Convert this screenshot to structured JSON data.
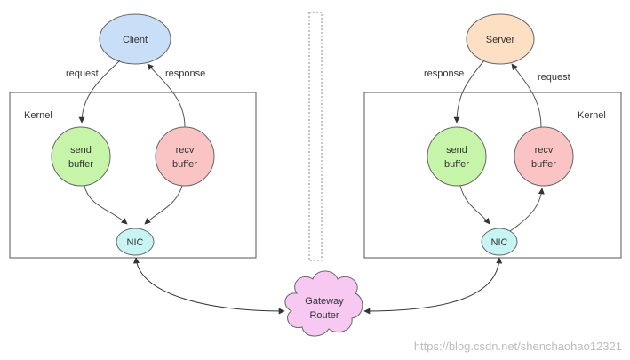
{
  "colors": {
    "client": "#c9def7",
    "server": "#fde0c4",
    "send_buffer": "#c6f5a9",
    "recv_buffer": "#fbc4c4",
    "nic": "#c8f4f4",
    "gateway": "#f7c8f2",
    "stroke": "#555555",
    "box": "#555555",
    "watermark": "#bdbdbd"
  },
  "left": {
    "kernel_label": "Kernel",
    "endpoint": {
      "label": "Client"
    },
    "request_label": "request",
    "response_label": "response",
    "send_buffer": {
      "line1": "send",
      "line2": "buffer"
    },
    "recv_buffer": {
      "line1": "recv",
      "line2": "buffer"
    },
    "nic": "NIC"
  },
  "right": {
    "kernel_label": "Kernel",
    "endpoint": {
      "label": "Server"
    },
    "response_label": "response",
    "request_label": "request",
    "send_buffer": {
      "line1": "send",
      "line2": "buffer"
    },
    "recv_buffer": {
      "line1": "recv",
      "line2": "buffer"
    },
    "nic": "NIC"
  },
  "gateway": {
    "line1": "Gateway",
    "line2": "Router"
  },
  "watermark": "https://blog.csdn.net/shenchaohao12321"
}
